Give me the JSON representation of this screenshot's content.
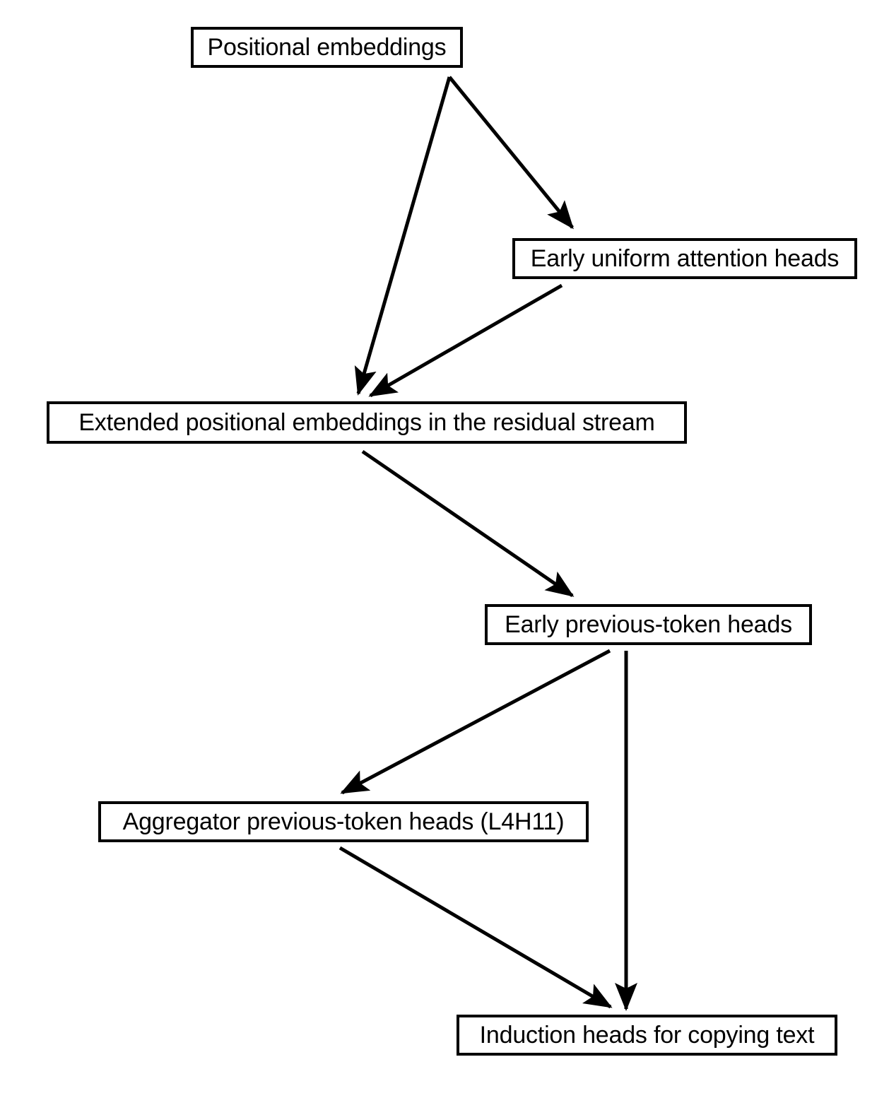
{
  "diagram": {
    "type": "flowchart",
    "title": "",
    "background_color": "#ffffff",
    "stroke_color": "#000000",
    "text_color": "#000000",
    "nodes": [
      {
        "id": "positional-embeddings",
        "label": "Positional embeddings"
      },
      {
        "id": "early-uniform-heads",
        "label": "Early uniform attention heads"
      },
      {
        "id": "extended-embeddings",
        "label": "Extended positional embeddings in the residual stream"
      },
      {
        "id": "early-prev-token",
        "label": "Early previous-token heads"
      },
      {
        "id": "aggregator-heads",
        "label": "Aggregator previous-token heads (L4H11)"
      },
      {
        "id": "induction-heads",
        "label": "Induction heads for copying text"
      }
    ],
    "edges": [
      {
        "id": "edge-pos-to-uniform",
        "from": "positional-embeddings",
        "to": "early-uniform-heads",
        "arrowhead": true
      },
      {
        "id": "edge-pos-to-extended",
        "from": "positional-embeddings",
        "to": "extended-embeddings",
        "arrowhead": true
      },
      {
        "id": "edge-uniform-to-extended",
        "from": "early-uniform-heads",
        "to": "extended-embeddings",
        "arrowhead": true
      },
      {
        "id": "edge-extended-to-prev",
        "from": "extended-embeddings",
        "to": "early-prev-token",
        "arrowhead": true
      },
      {
        "id": "edge-prev-to-aggregator",
        "from": "early-prev-token",
        "to": "aggregator-heads",
        "arrowhead": true
      },
      {
        "id": "edge-prev-to-induction",
        "from": "early-prev-token",
        "to": "induction-heads",
        "arrowhead": true
      },
      {
        "id": "edge-aggregator-to-induction",
        "from": "aggregator-heads",
        "to": "induction-heads",
        "arrowhead": true
      }
    ]
  }
}
